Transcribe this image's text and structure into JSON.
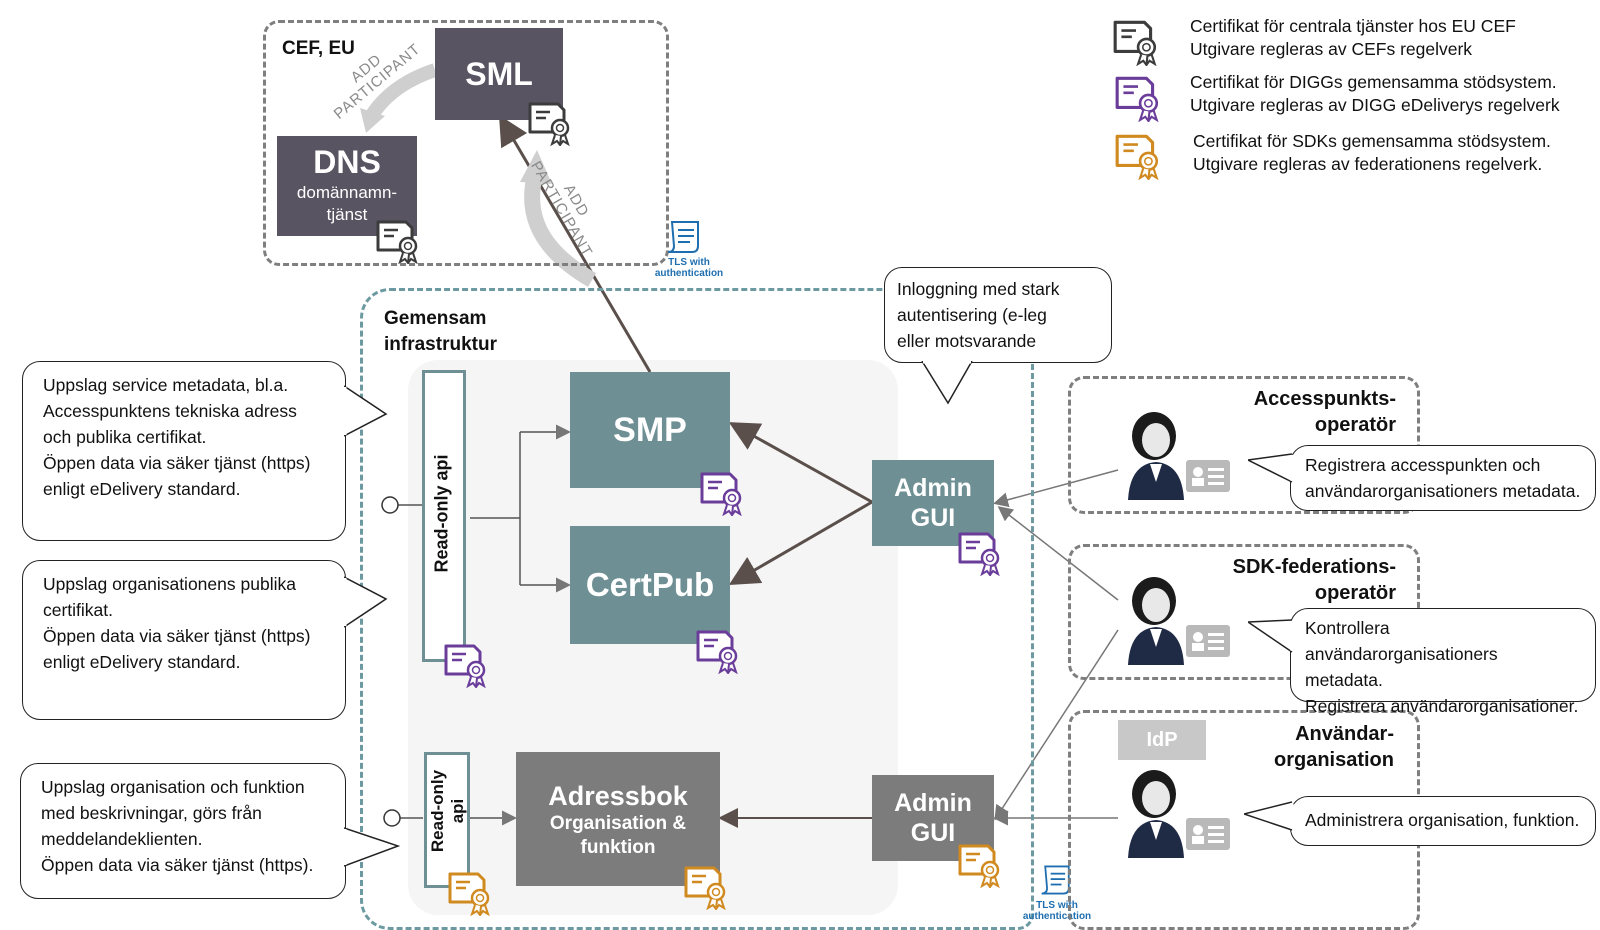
{
  "cef": {
    "label": "CEF, EU",
    "sml": "SML",
    "dns_title": "DNS",
    "dns_sub1": "domännamn-",
    "dns_sub2": "tjänst",
    "add_participant_line1": "ADD",
    "add_participant_line2": "PARTICIPANT"
  },
  "tls": {
    "line1": "TLS with",
    "line2": "authentication"
  },
  "infra": {
    "label_line1": "Gemensam",
    "label_line2": "infrastruktur",
    "readonly_top": "Read-only api",
    "readonly_bottom_1": "Read-only",
    "readonly_bottom_2": "api",
    "smp": "SMP",
    "certpub": "CertPub",
    "adressbok_title": "Adressbok",
    "adressbok_sub1": "Organisation &",
    "adressbok_sub2": "funktion",
    "admin_top_1": "Admin",
    "admin_top_2": "GUI",
    "admin_bottom_1": "Admin",
    "admin_bottom_2": "GUI"
  },
  "bubbles": {
    "login": [
      "Inloggning med stark",
      "autentisering (e-leg",
      "eller motsvarande"
    ],
    "left1": [
      "Uppslag service metadata, bl.a.",
      "Accesspunktens tekniska adress",
      "och publika certifikat.",
      "Öppen data via säker tjänst (https)",
      "enligt eDelivery standard."
    ],
    "left2": [
      "Uppslag organisationens publika",
      "certifikat.",
      "Öppen data via säker tjänst (https)",
      "enligt eDelivery standard."
    ],
    "left3": [
      "Uppslag organisation och funktion",
      "med beskrivningar, görs från",
      "meddelandeklienten.",
      "Öppen data via säker tjänst (https)."
    ],
    "right1": [
      "Registrera accesspunkten och",
      "användarorganisationers metadata."
    ],
    "right2": [
      "Kontrollera användarorganisationers",
      "metadata.",
      "Registrera användarorganisationer."
    ],
    "right3": [
      "Administrera organisation, funktion."
    ]
  },
  "actors": {
    "access_1": "Accesspunkts-",
    "access_2": "operatör",
    "sdk_1": "SDK-federations-",
    "sdk_2": "operatör",
    "user_1": "Användar-",
    "user_2": "organisation",
    "idp": "IdP"
  },
  "legend": [
    {
      "line1": "Certifikat för centrala tjänster hos EU CEF",
      "line2": "Utgivare regleras av CEFs regelverk",
      "color": "#3c3c3c"
    },
    {
      "line1": "Certifikat för DIGGs gemensamma stödsystem.",
      "line2": "Utgivare regleras av DIGG eDeliverys regelverk",
      "color": "#6a3d9a"
    },
    {
      "line1": "Certifikat för SDKs gemensamma stödsystem.",
      "line2": "Utgivare regleras av federationens regelverk.",
      "color": "#d08a20"
    }
  ]
}
